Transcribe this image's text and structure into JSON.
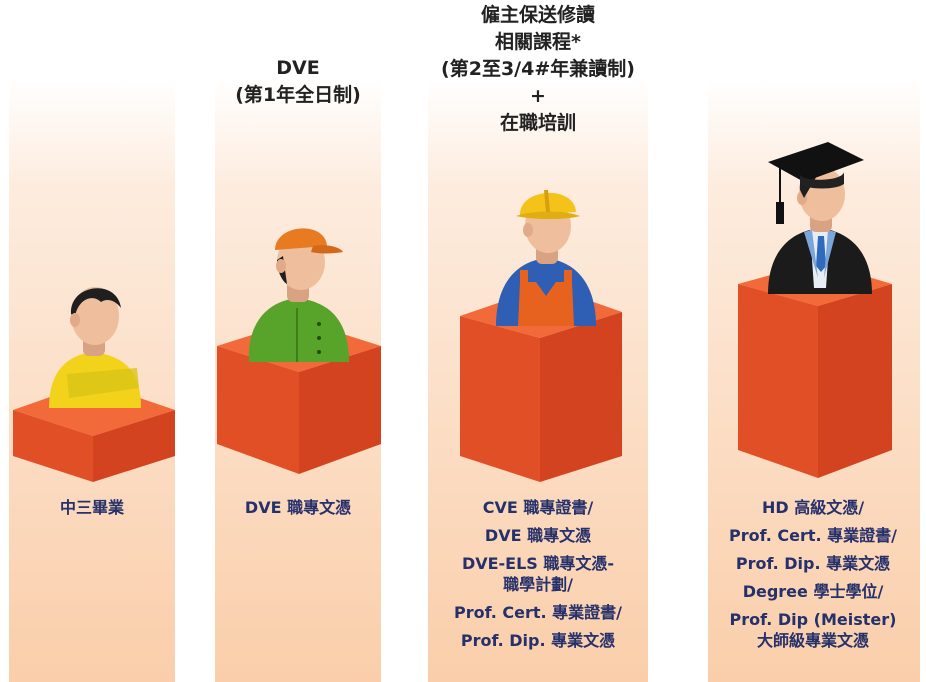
{
  "columns": [
    {
      "top_lines": [],
      "bottom_lines": [
        "中三畢業"
      ],
      "figure": "student-in-yellow-shirt",
      "pedestal_color": "#e8532a"
    },
    {
      "top_lines": [
        "DVE",
        "(第1年全日制)"
      ],
      "bottom_lines": [
        "DVE 職專文憑"
      ],
      "figure": "worker-with-orange-cap",
      "pedestal_color": "#e8532a"
    },
    {
      "top_lines": [
        "僱主保送修讀",
        "相關課程*",
        "(第2至3/4#年兼讀制)",
        "+",
        "在職培訓"
      ],
      "bottom_lines": [
        "CVE 職專證書/",
        "DVE 職專文憑",
        "DVE-ELS 職專文憑-",
        "職學計劃/",
        "Prof. Cert. 專業證書/",
        "Prof. Dip. 專業文憑"
      ],
      "figure": "worker-with-hard-hat",
      "pedestal_color": "#e8532a"
    },
    {
      "top_lines": [],
      "bottom_lines": [
        "HD 高級文憑/",
        "Prof. Cert. 專業證書/",
        "Prof. Dip. 專業文憑",
        "Degree 學士學位/",
        "Prof. Dip (Meister)",
        "大師級專業文憑"
      ],
      "figure": "graduate-with-mortarboard",
      "pedestal_color": "#e8532a"
    }
  ],
  "colors": {
    "label_text": "#26306a",
    "heading_text": "#222222",
    "pedestal": "#e8532a",
    "column_fade": "#facea9"
  }
}
